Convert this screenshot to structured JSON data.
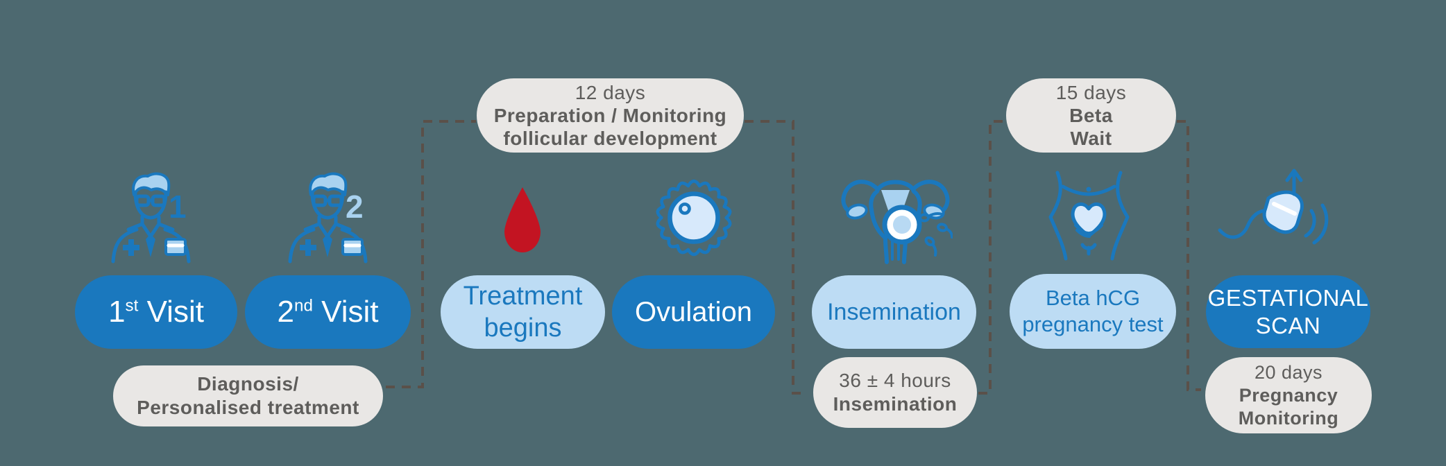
{
  "title": "IUI treatment timeline",
  "colors": {
    "background": "#4d6970",
    "primary_blue": "#1a78be",
    "light_blue_pill": "#bddcf4",
    "icon_light_fill": "#a9d2f0",
    "icon_pale_fill": "#d7e9fb",
    "gray_pill": "#e9e7e5",
    "gray_text": "#5e5d5b",
    "dash_line": "#5a5049",
    "blood_red": "#c31422",
    "white": "#ffffff"
  },
  "icons": {
    "doctor1_badge": "1",
    "doctor2_badge": "2",
    "doctor1": "doctor with glasses (first visit)",
    "doctor2": "doctor with glasses (second visit)",
    "blood_drop": "blood drop (menstruation / treatment start)",
    "ovum": "ovum cell",
    "uterus": "uterus with ovum and sperm",
    "belly_heart": "belly with hands forming heart",
    "ultrasound": "ultrasound probe with arrow"
  },
  "pills": {
    "visit1": {
      "number": "1",
      "ordinal": "st",
      "word": "Visit"
    },
    "visit2": {
      "number": "2",
      "ordinal": "nd",
      "word": "Visit"
    },
    "diagnosis": {
      "line1": "Diagnosis/",
      "line2": "Personalised treatment"
    },
    "preparation": {
      "line1": "12 days",
      "line2": "Preparation / Monitoring",
      "line3": "follicular development"
    },
    "treatment": {
      "line1": "Treatment",
      "line2": "begins"
    },
    "ovulation": {
      "label": "Ovulation"
    },
    "insemination": {
      "label": "Insemination"
    },
    "insemination_timing": {
      "line1": "36 ± 4 hours",
      "line2": "Insemination"
    },
    "beta_wait": {
      "line1": "15 days",
      "line2": "Beta",
      "line3": "Wait"
    },
    "beta_hcg": {
      "line1": "Beta hCG",
      "line2": "pregnancy test"
    },
    "gestational_scan": {
      "line1": "GESTATIONAL",
      "line2": "SCAN"
    },
    "pregnancy_monitoring": {
      "line1": "20 days",
      "line2": "Pregnancy",
      "line3": "Monitoring"
    }
  }
}
